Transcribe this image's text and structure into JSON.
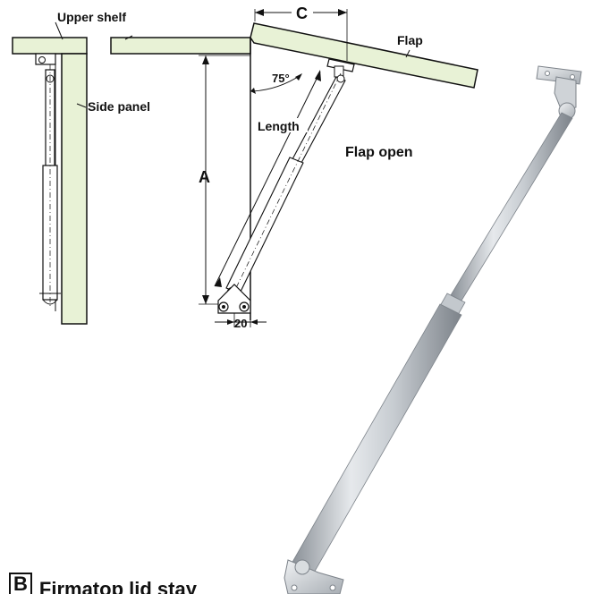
{
  "labels": {
    "upper_shelf": "Upper shelf",
    "side_panel": "Side panel",
    "dimension_c": "C",
    "flap": "Flap",
    "angle": "75°",
    "length": "Length",
    "dimension_a": "A",
    "flap_open": "Flap open",
    "dimension_20": "20"
  },
  "caption": {
    "badge": "B",
    "title": "Firmatop lid stay"
  },
  "colors": {
    "panel_fill": "#e8f2d6",
    "line": "#111111",
    "metal_light": "#e6e9ec",
    "metal_mid": "#b9bec4",
    "metal_dark": "#8a9097"
  }
}
